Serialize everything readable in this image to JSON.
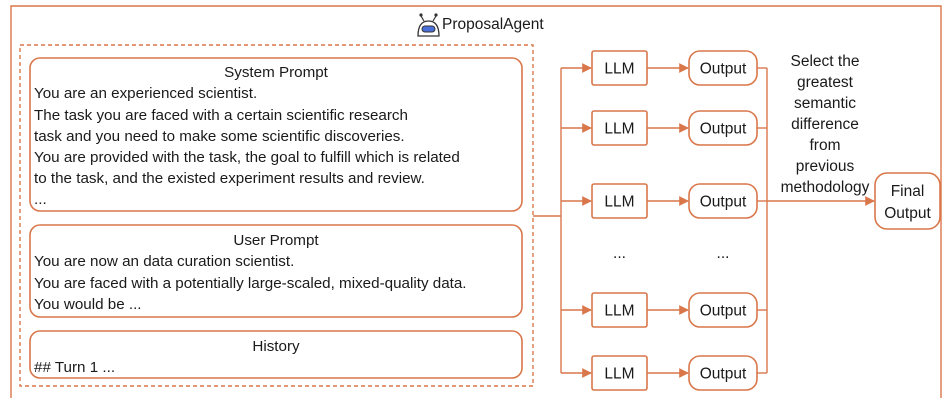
{
  "header": {
    "title": "ProposalAgent",
    "icon": "robot-icon"
  },
  "colors": {
    "accent": "#D9774A",
    "text": "#1a1a1a",
    "icon_fill": "#4A6FD9"
  },
  "system_prompt": {
    "title": "System Prompt",
    "lines": [
      "You are an experienced scientist.",
      "The task you are faced with a certain scientific research",
      "task and you need to make some scientific discoveries.",
      "You are provided with the task, the goal to fulfill which is related",
      "to the task, and the existed experiment results and review.",
      "..."
    ]
  },
  "user_prompt": {
    "title": "User Prompt",
    "lines": [
      "You are now an data curation scientist.",
      "You are faced with a potentially large-scaled, mixed-quality data.",
      "You would be ..."
    ]
  },
  "history": {
    "title": "History",
    "lines": [
      "## Turn 1 ..."
    ]
  },
  "llm_label": "LLM",
  "output_label": "Output",
  "ellipsis": "...",
  "selection_note": [
    "Select the",
    "greatest",
    "semantic",
    "difference",
    "from",
    "previous",
    "methodology"
  ],
  "final_output": [
    "Final",
    "Output"
  ]
}
